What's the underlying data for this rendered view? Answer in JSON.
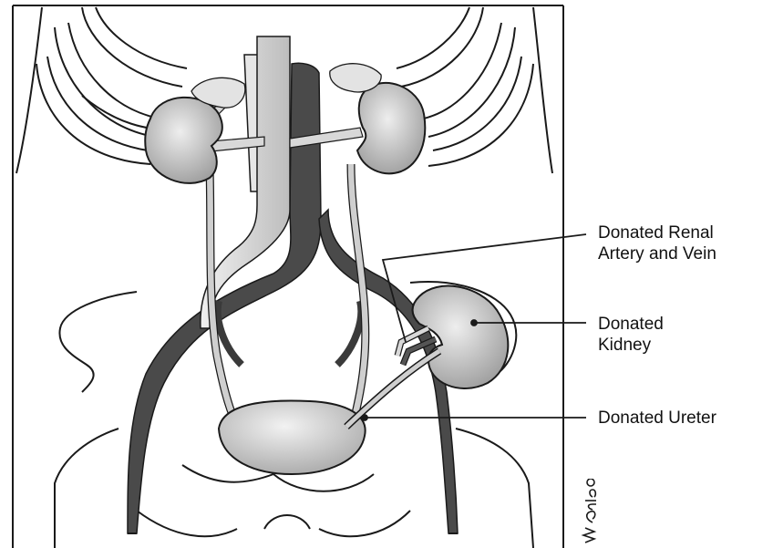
{
  "labels": {
    "renal_artery_vein": "Donated Renal\nArtery and Vein",
    "donated_kidney": "Donated\nKidney",
    "donated_ureter": "Donated Ureter"
  },
  "signature": "W.Earle ©",
  "colors": {
    "outline": "#1a1a1a",
    "kidney_fill": "#c9c9c9",
    "artery_fill": "#d8d8d8",
    "vein_fill": "#4a4a4a",
    "bladder_fill": "#d4d4d4",
    "background": "#ffffff"
  }
}
